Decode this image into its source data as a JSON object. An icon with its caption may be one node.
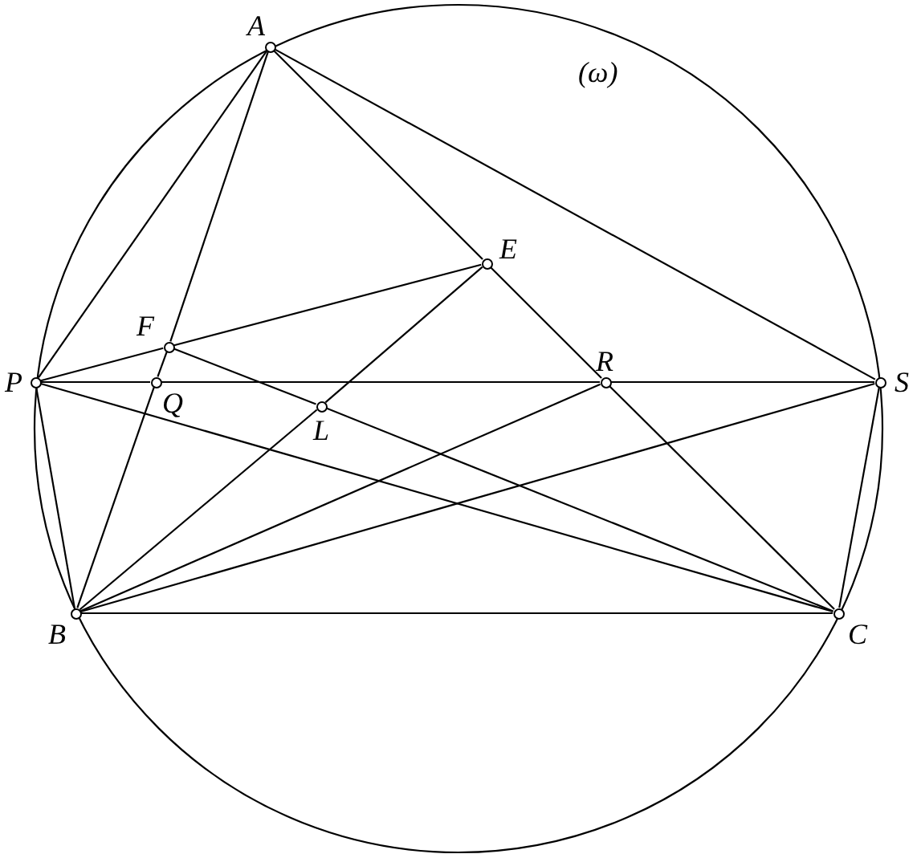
{
  "diagram": {
    "nodes": [
      {
        "text": [
          "A"
        ]
      },
      {
        "text": [
          "E"
        ]
      },
      {
        "text": [
          "F"
        ]
      },
      {
        "text": [
          "P"
        ]
      },
      {
        "text": [
          "Q"
        ]
      },
      {
        "text": [
          "L"
        ]
      },
      {
        "text": [
          "R"
        ]
      },
      {
        "text": [
          "S"
        ]
      },
      {
        "text": [
          "B"
        ]
      },
      {
        "text": [
          "C"
        ]
      }
    ],
    "edges": [
      {
        "from": 0,
        "to": 3,
        "arrow": "none"
      },
      {
        "from": 0,
        "to": 2,
        "arrow": "none"
      },
      {
        "from": 2,
        "to": 4,
        "arrow": "none"
      },
      {
        "from": 4,
        "to": 8,
        "arrow": "none"
      },
      {
        "from": 0,
        "to": 1,
        "arrow": "none"
      },
      {
        "from": 1,
        "to": 6,
        "arrow": "none"
      },
      {
        "from": 6,
        "to": 9,
        "arrow": "none"
      },
      {
        "from": 0,
        "to": 7,
        "arrow": "none"
      },
      {
        "from": 3,
        "to": 2,
        "arrow": "none"
      },
      {
        "from": 2,
        "to": 1,
        "arrow": "none"
      },
      {
        "from": 3,
        "to": 4,
        "arrow": "none"
      },
      {
        "from": 4,
        "to": 6,
        "arrow": "none"
      },
      {
        "from": 6,
        "to": 7,
        "arrow": "none"
      },
      {
        "from": 3,
        "to": 8,
        "arrow": "none"
      },
      {
        "from": 3,
        "to": 9,
        "arrow": "none"
      },
      {
        "from": 2,
        "to": 5,
        "arrow": "none"
      },
      {
        "from": 5,
        "to": 9,
        "arrow": "none"
      },
      {
        "from": 8,
        "to": 5,
        "arrow": "none"
      },
      {
        "from": 5,
        "to": 1,
        "arrow": "none"
      },
      {
        "from": 8,
        "to": 6,
        "arrow": "none"
      },
      {
        "from": 8,
        "to": 7,
        "arrow": "none"
      },
      {
        "from": 8,
        "to": 9,
        "arrow": "none"
      },
      {
        "from": 7,
        "to": 9,
        "arrow": "none"
      }
    ],
    "labels": [
      "(ω)"
    ]
  }
}
